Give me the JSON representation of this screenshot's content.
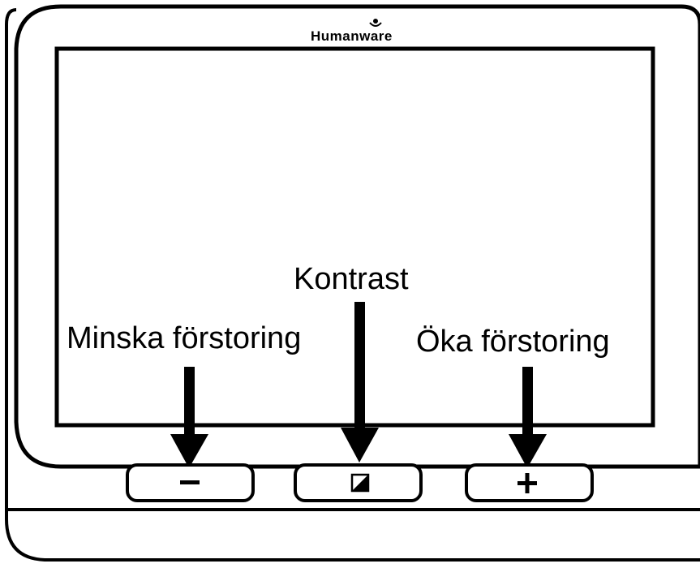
{
  "brand": {
    "name": "Humanware"
  },
  "labels": {
    "decrease": "Minska förstoring",
    "contrast": "Kontrast",
    "increase": "Öka förstoring"
  },
  "buttons": {
    "minus_symbol": "−",
    "plus_symbol": "+",
    "contrast_icon": "half-filled-square-icon"
  },
  "colors": {
    "line": "#000000",
    "background": "#ffffff"
  }
}
